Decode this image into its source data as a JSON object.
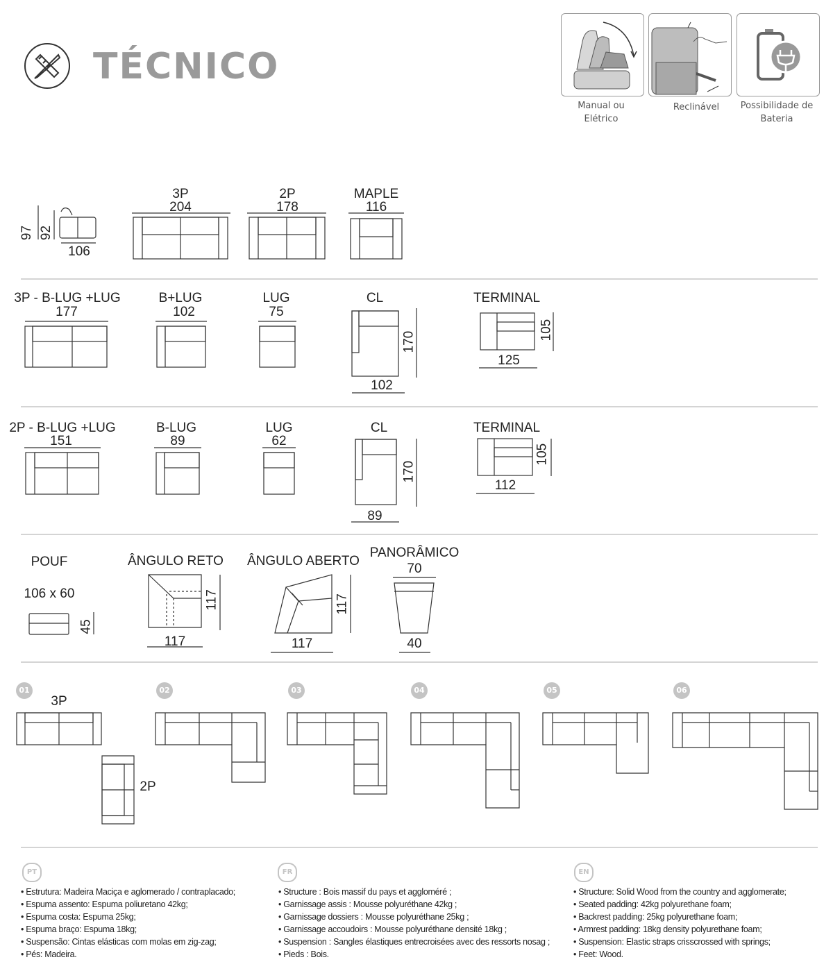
{
  "header": {
    "title": "TÉCNICO",
    "features": [
      {
        "label_line1": "Manual ou",
        "label_line2": "Elétrico",
        "icon": "recliner-motion-icon"
      },
      {
        "label_line1": "Reclinável",
        "label_line2": "",
        "icon": "recliner-icon"
      },
      {
        "label_line1": "Possibilidade de",
        "label_line2": "Bateria",
        "icon": "battery-plug-icon"
      }
    ]
  },
  "row1": {
    "side": {
      "h1": "97",
      "h2": "92",
      "depth": "106"
    },
    "items": [
      {
        "name": "3P",
        "width": "204"
      },
      {
        "name": "2P",
        "width": "178"
      },
      {
        "name": "MAPLE",
        "width": "116"
      }
    ]
  },
  "row2": {
    "items": [
      {
        "name": "3P - B-LUG +LUG",
        "width": "177"
      },
      {
        "name": "B+LUG",
        "width": "102"
      },
      {
        "name": "LUG",
        "width": "75"
      },
      {
        "name": "CL",
        "width": "102",
        "length": "170"
      },
      {
        "name": "TERMINAL",
        "width": "125",
        "depth": "105"
      }
    ]
  },
  "row3": {
    "items": [
      {
        "name": "2P - B-LUG +LUG",
        "width": "151"
      },
      {
        "name": "B-LUG",
        "width": "89"
      },
      {
        "name": "LUG",
        "width": "62"
      },
      {
        "name": "CL",
        "width": "89",
        "length": "170"
      },
      {
        "name": "TERMINAL",
        "width": "112",
        "depth": "105"
      }
    ]
  },
  "row4": {
    "pouf": {
      "name": "POUF",
      "size": "106 x 60",
      "height": "45"
    },
    "angulo_reto": {
      "name": "ÂNGULO RETO",
      "width": "117",
      "depth": "117"
    },
    "angulo_aberto": {
      "name": "ÂNGULO ABERTO",
      "width": "117",
      "depth": "117"
    },
    "panoramico": {
      "name": "PANORÂMICO",
      "top": "70",
      "bottom": "40"
    }
  },
  "configs": {
    "numbers": [
      "01",
      "02",
      "03",
      "04",
      "05",
      "06"
    ],
    "label_3p": "3P",
    "label_2p": "2P"
  },
  "specs": {
    "pt": {
      "code": "PT",
      "lines": [
        "• Estrutura: Madeira Maciça e aglomerado / contraplacado;",
        "• Espuma assento: Espuma poliuretano 42kg;",
        "• Espuma costa: Espuma 25kg;",
        "• Espuma braço: Espuma 18kg;",
        "• Suspensão: Cintas elásticas com molas em zig-zag;",
        "• Pés: Madeira."
      ]
    },
    "fr": {
      "code": "FR",
      "lines": [
        "• Structure : Bois massif du pays et aggloméré ;",
        "• Garnissage assis : Mousse polyuréthane 42kg ;",
        "• Garnissage dossiers : Mousse polyuréthane 25kg ;",
        "• Garnissage accoudoirs : Mousse polyuréthane densité 18kg ;",
        "• Suspension : Sangles élastiques entrecroisées avec des ressorts nosag ;",
        "• Pieds : Bois."
      ]
    },
    "en": {
      "code": "EN",
      "lines": [
        "• Structure: Solid Wood from the country and agglomerate;",
        "• Seated padding: 42kg polyurethane foam;",
        "• Backrest padding: 25kg polyurethane foam;",
        "• Armrest padding: 18kg density polyurethane foam;",
        "• Suspension: Elastic straps crisscrossed with springs;",
        "• Feet: Wood."
      ]
    }
  }
}
